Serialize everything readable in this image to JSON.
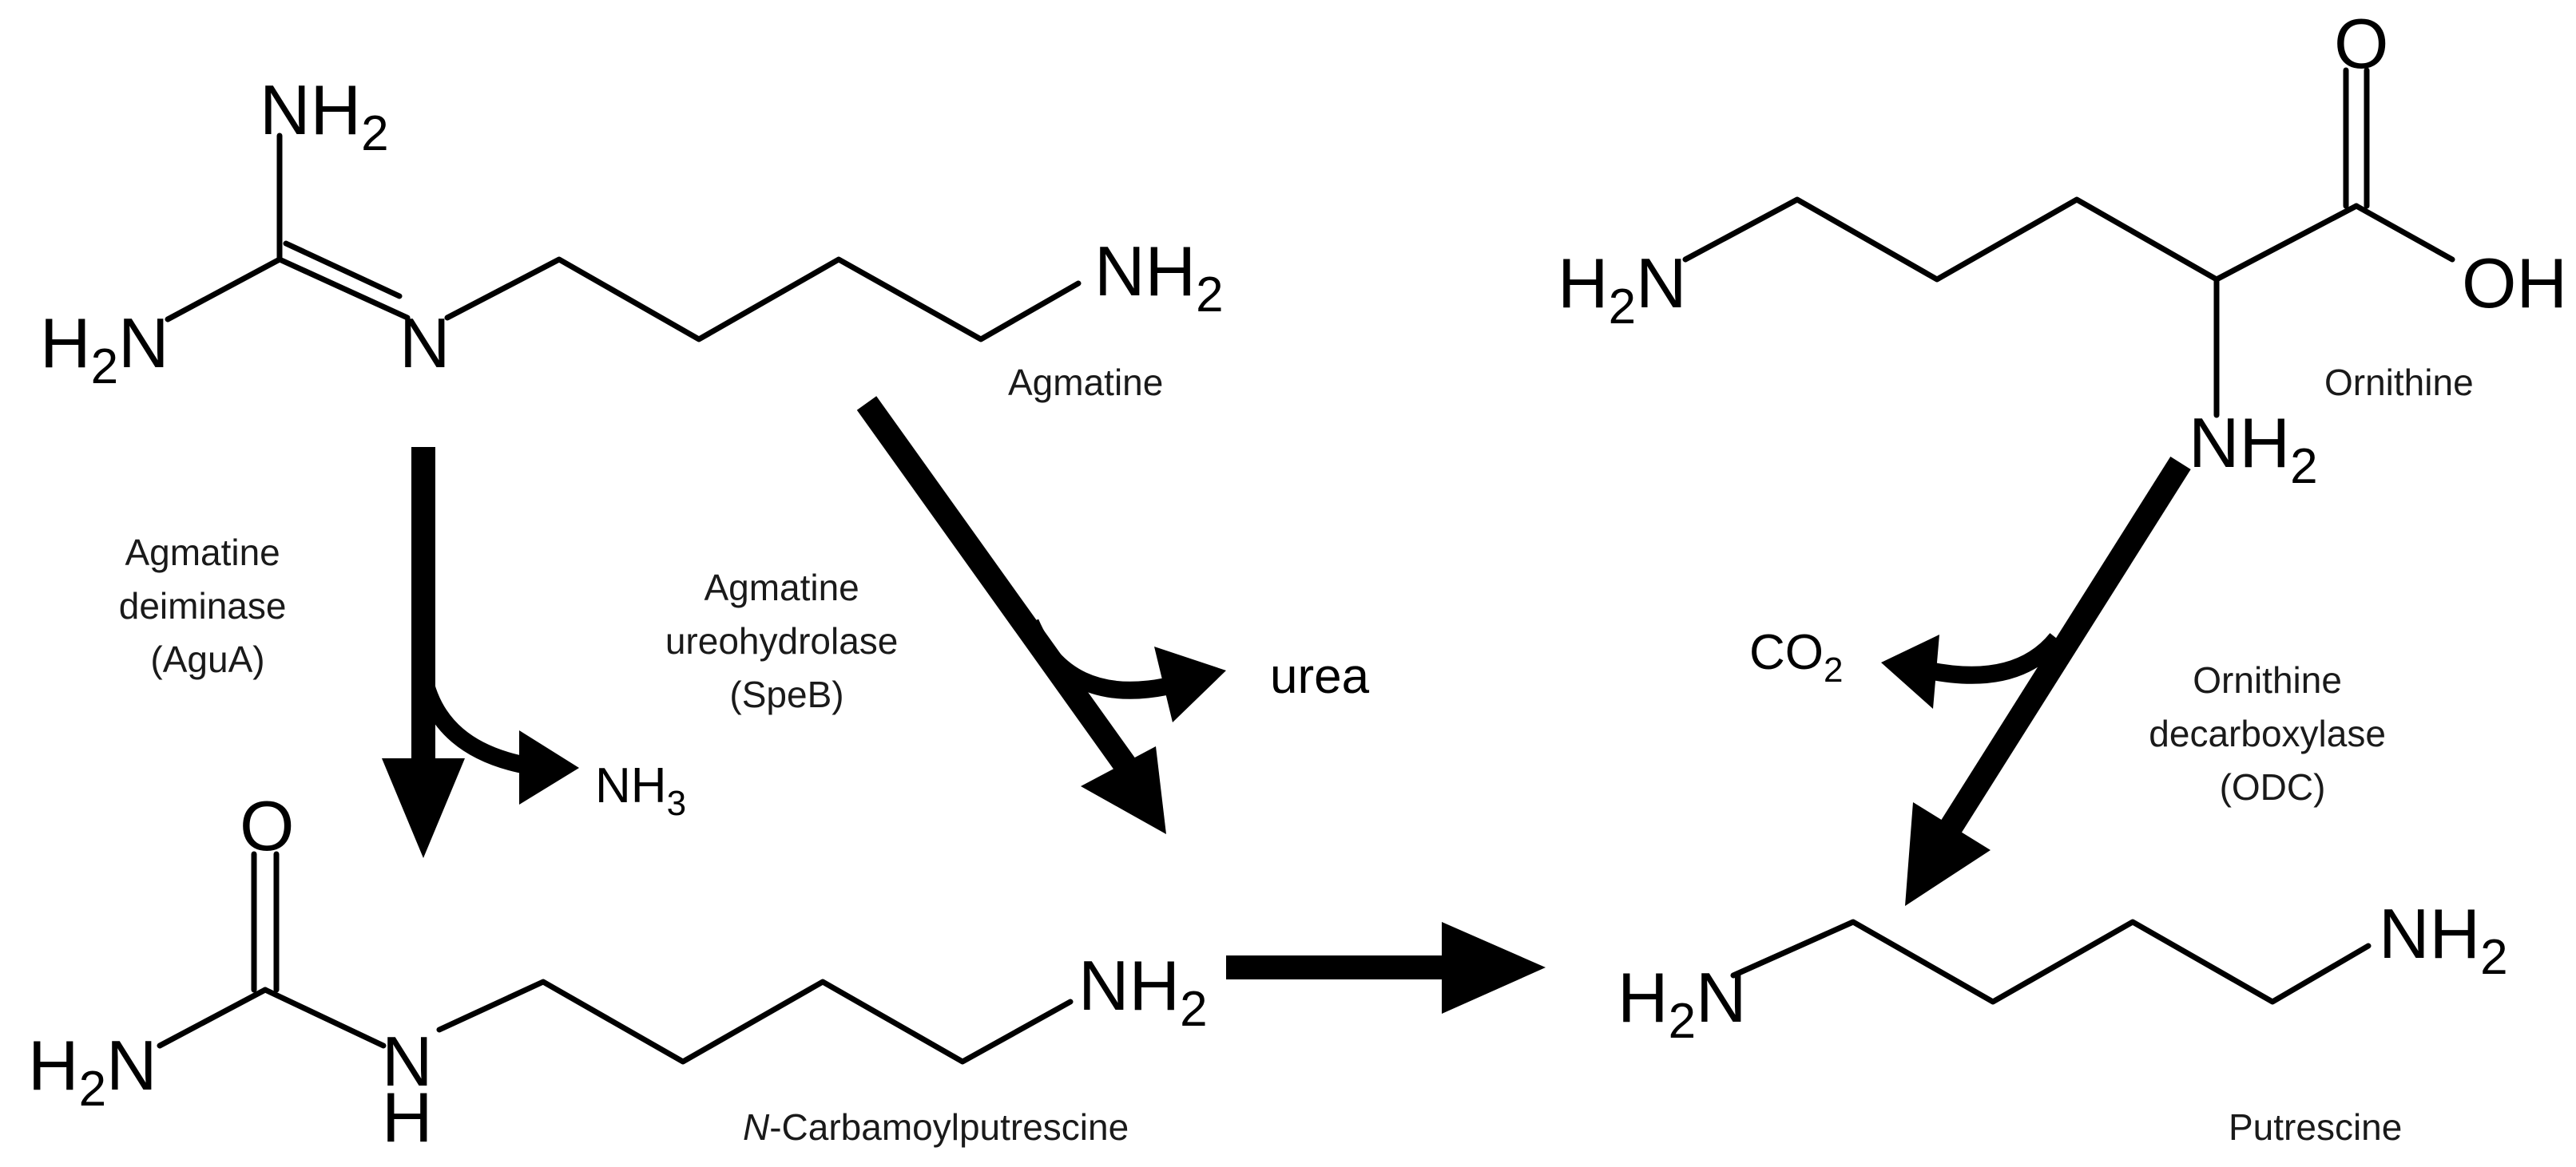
{
  "molecules": {
    "agmatine": {
      "name": "Agmatine",
      "atoms": {
        "nh2_top": "NH",
        "nh2_left": "H",
        "n_imine": "N",
        "nh2_right": "NH",
        "sub2": "2",
        "n_of_h2n": "N"
      }
    },
    "ornithine": {
      "name": "Ornithine",
      "atoms": {
        "h2n": "H",
        "n": "N",
        "o": "O",
        "oh": "OH",
        "nh": "NH",
        "sub2": "2"
      }
    },
    "carbamoylputrescine": {
      "name_prefix": "N",
      "name_rest": "-Carbamoylputrescine",
      "atoms": {
        "o": "O",
        "h": "H",
        "n_left": "N",
        "n_amide": "N",
        "h_amide": "H",
        "nh": "NH",
        "sub2": "2"
      }
    },
    "putrescine": {
      "name": "Putrescine",
      "atoms": {
        "h": "H",
        "n": "N",
        "nh": "NH",
        "sub2": "2"
      }
    }
  },
  "enzymes": {
    "agua": {
      "line1": "Agmatine",
      "line2": "deiminase",
      "line3": "(AguA)"
    },
    "speb": {
      "line1": "Agmatine",
      "line2": "ureohydrolase",
      "line3": "(SpeB)"
    },
    "odc": {
      "line1": "Ornithine",
      "line2": "decarboxylase",
      "line3": "(ODC)"
    }
  },
  "byproducts": {
    "nh3": {
      "main": "NH",
      "sub": "3"
    },
    "urea": {
      "main": "urea"
    },
    "co2": {
      "main": "CO",
      "sub": "2"
    }
  }
}
